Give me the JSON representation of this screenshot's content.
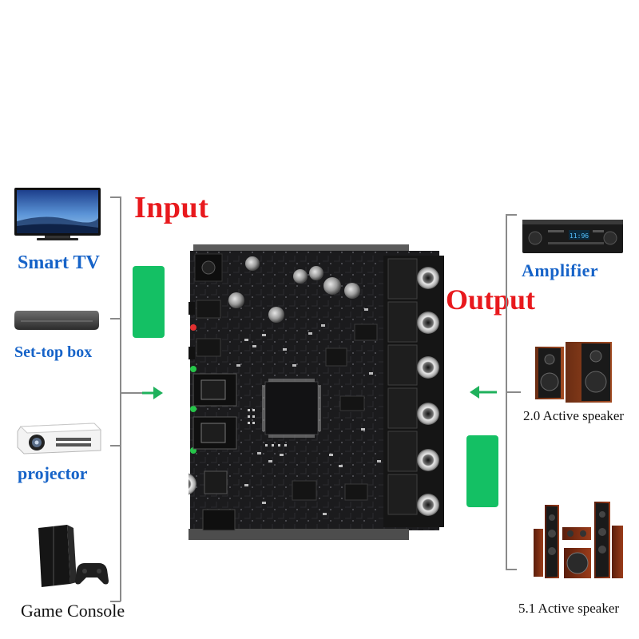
{
  "input_title": "Input",
  "output_title": "Output",
  "inputs": [
    {
      "label": "Smart TV",
      "icon": "tv-icon"
    },
    {
      "label": "Set-top box",
      "icon": "settop-box-icon"
    },
    {
      "label": "projector",
      "icon": "projector-icon"
    },
    {
      "label": "Game Console",
      "icon": "game-console-icon"
    }
  ],
  "outputs": [
    {
      "label": "Amplifier",
      "icon": "amplifier-icon"
    },
    {
      "label": "2.0 Active speaker",
      "icon": "stereo-speaker-icon"
    },
    {
      "label": "5.1 Active speaker",
      "icon": "surround-speaker-icon"
    }
  ],
  "amplifier_display": "11:96",
  "colors": {
    "title": "#e8191d",
    "label_blue": "#1663c8",
    "arrow": "#1fb15c",
    "tag": "#14c064",
    "bracket": "#8a8a8a",
    "pcb": "#1b1b1d"
  }
}
